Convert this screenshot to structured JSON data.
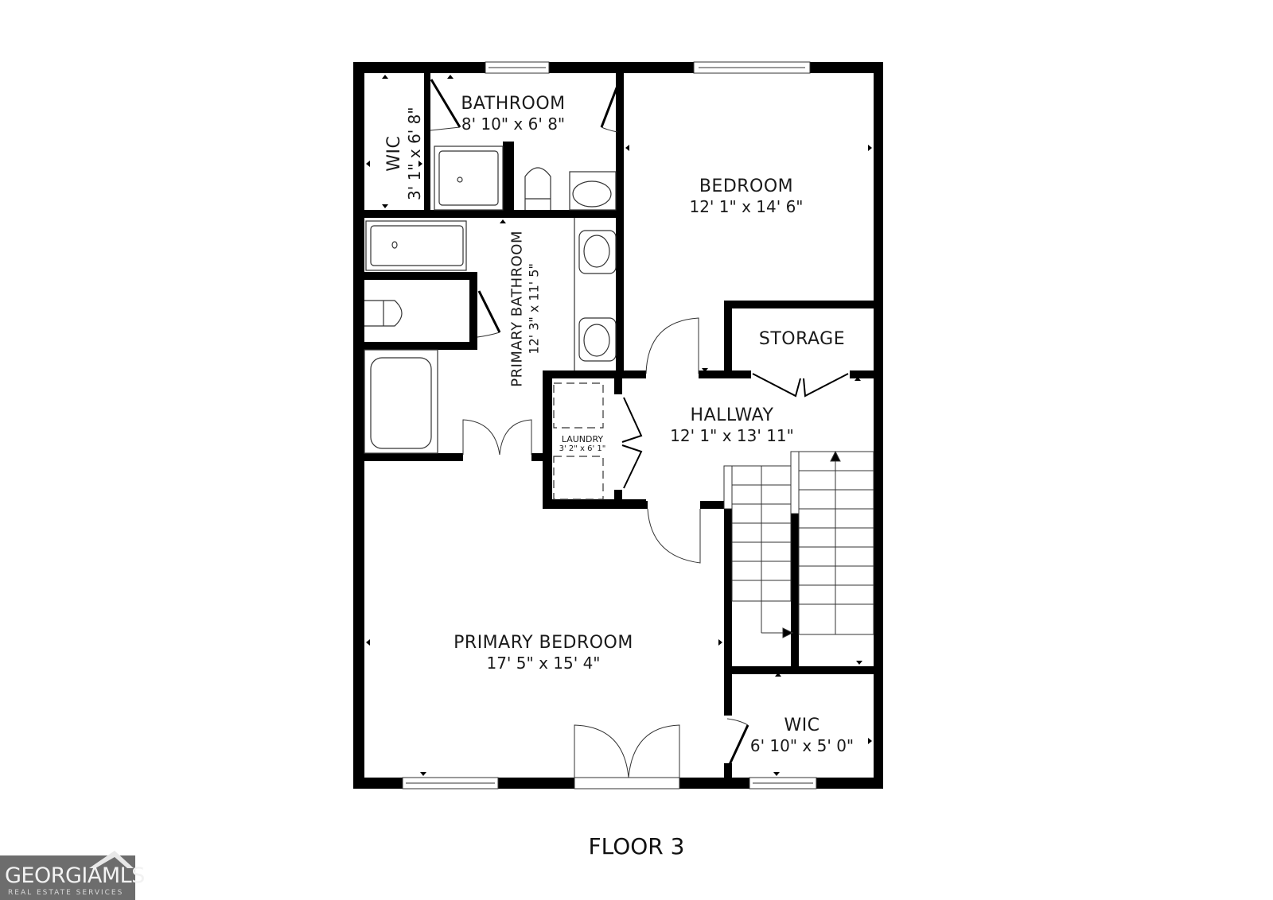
{
  "floor": {
    "title": "FLOOR 3"
  },
  "rooms": {
    "wic_top": {
      "name": "WIC",
      "dims": "3' 1\" x 6' 8\""
    },
    "bathroom": {
      "name": "BATHROOM",
      "dims": "8' 10\" x 6' 8\""
    },
    "bedroom": {
      "name": "BEDROOM",
      "dims": "12' 1\" x 14' 6\""
    },
    "primary_bathroom": {
      "name": "PRIMARY BATHROOM",
      "dims": "12' 3\" x 11' 5\""
    },
    "storage": {
      "name": "STORAGE"
    },
    "hallway": {
      "name": "HALLWAY",
      "dims": "12' 1\" x 13' 11\""
    },
    "laundry": {
      "name": "LAUNDRY",
      "dims": "3' 2\" x 6' 1\""
    },
    "primary_bedroom": {
      "name": "PRIMARY BEDROOM",
      "dims": "17' 5\" x 15' 4\""
    },
    "wic_bottom": {
      "name": "WIC",
      "dims": "6' 10\" x 5' 0\""
    }
  },
  "logo": {
    "main": "GEORGIAMLS",
    "sub": "REAL ESTATE SERVICES"
  },
  "colors": {
    "wall": "#000000",
    "line": "#333333",
    "logo_bg": "#6d6d6d"
  }
}
